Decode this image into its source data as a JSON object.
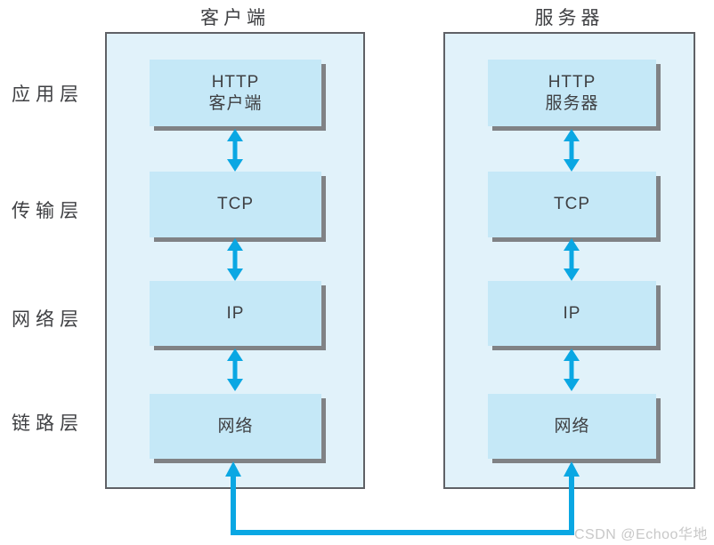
{
  "diagram": {
    "client": {
      "title": "客户端",
      "boxes": [
        {
          "lines": [
            "HTTP",
            "客户端"
          ]
        },
        {
          "lines": [
            "TCP"
          ]
        },
        {
          "lines": [
            "IP"
          ]
        },
        {
          "lines": [
            "网络"
          ]
        }
      ]
    },
    "server": {
      "title": "服务器",
      "boxes": [
        {
          "lines": [
            "HTTP",
            "服务器"
          ]
        },
        {
          "lines": [
            "TCP"
          ]
        },
        {
          "lines": [
            "IP"
          ]
        },
        {
          "lines": [
            "网络"
          ]
        }
      ]
    },
    "layer_labels": [
      "应用层",
      "传输层",
      "网络层",
      "链路层"
    ],
    "colors": {
      "panel_fill": "#e1f2fa",
      "node_fill": "#c5e8f7",
      "node_shadow": "#808285",
      "panel_border": "#5f6166",
      "arrow_blue": "#0aa7e3",
      "text": "#3f4043",
      "watermark_gray": "#c8c8c8"
    }
  },
  "watermark": "CSDN @Echoo华地"
}
